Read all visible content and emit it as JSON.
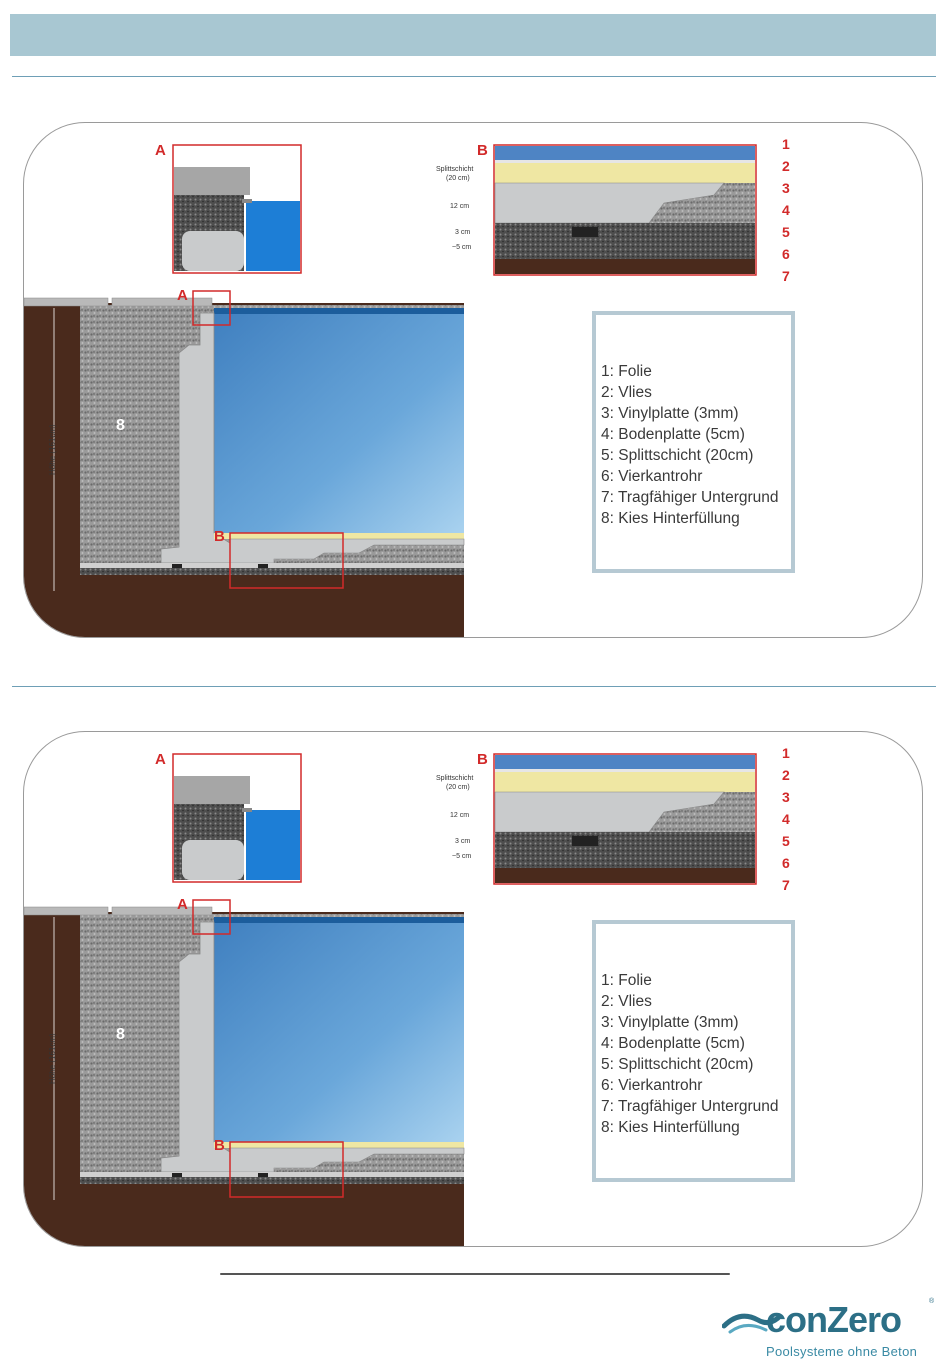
{
  "panels": [
    {
      "callouts": {
        "a_inset": "A",
        "b_inset": "B",
        "a_main": "A",
        "b_main": "B"
      },
      "layer_numbers": [
        "1",
        "2",
        "3",
        "4",
        "5",
        "6",
        "7"
      ],
      "backfill_number": "8",
      "dimensions": {
        "splittschicht": "Splittschicht",
        "splittschicht_value": "(20 cm)",
        "d12": "12 cm",
        "d3": "3 cm",
        "d5": "~5 cm"
      },
      "height_label": "Höhe (161cm)",
      "legend": [
        "1: Folie",
        "2: Vlies",
        "3: Vinylplatte (3mm)",
        "4: Bodenplatte (5cm)",
        "5: Splittschicht (20cm)",
        "6: Vierkantrohr",
        "7: Tragfähiger Untergrund",
        "8: Kies Hinterfüllung"
      ]
    },
    {
      "callouts": {
        "a_inset": "A",
        "b_inset": "B",
        "a_main": "A",
        "b_main": "B"
      },
      "layer_numbers": [
        "1",
        "2",
        "3",
        "4",
        "5",
        "6",
        "7"
      ],
      "backfill_number": "8",
      "dimensions": {
        "splittschicht": "Splittschicht",
        "splittschicht_value": "(20 cm)",
        "d12": "12 cm",
        "d3": "3 cm",
        "d5": "~5 cm"
      },
      "height_label": "Höhe (161cm)",
      "legend": [
        "1: Folie",
        "2: Vlies",
        "3: Vinylplatte (3mm)",
        "4: Bodenplatte (5cm)",
        "5: Splittschicht (20cm)",
        "6: Vierkantrohr",
        "7: Tragfähiger Untergrund",
        "8: Kies Hinterfüllung"
      ]
    }
  ],
  "logo": {
    "name": "conZero",
    "registered": "®",
    "tagline": "Poolsysteme ohne Beton"
  },
  "colors": {
    "header": "#a8c7d2",
    "rule": "#6e9fb6",
    "callout_red": "#d22a2a",
    "soil": "#4a2a1c",
    "gravel": "#8d8d8d",
    "water": "#5b9ad0",
    "wall": "#c9cbcc",
    "vinyl": "#efe7a3",
    "logo": "#2c6f86"
  }
}
